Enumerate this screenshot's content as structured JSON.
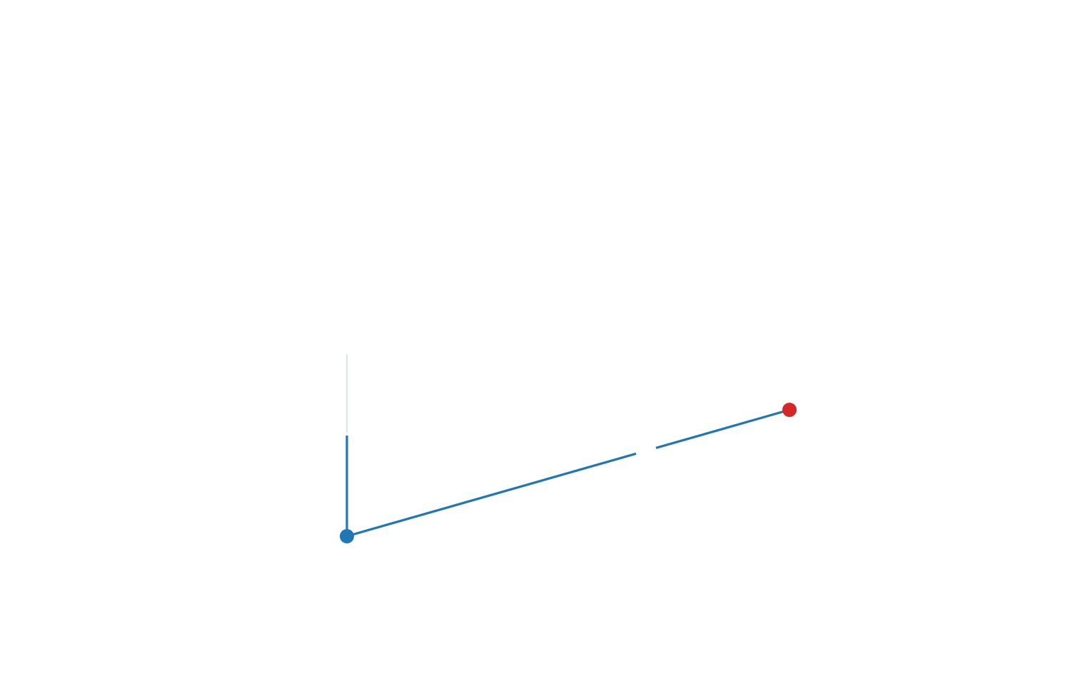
{
  "diagram": {
    "nodes": [
      {
        "id": "start",
        "color": "#1f77b4"
      },
      {
        "id": "end",
        "color": "#d62728"
      }
    ],
    "edges": [
      {
        "from": "start",
        "to": "end",
        "color": "#1f77b4"
      },
      {
        "from": "start",
        "to": "up",
        "color": "#1f77b4"
      }
    ],
    "colors": {
      "primary": "#1f77b4",
      "accent": "#d62728",
      "background": "#ffffff"
    }
  }
}
